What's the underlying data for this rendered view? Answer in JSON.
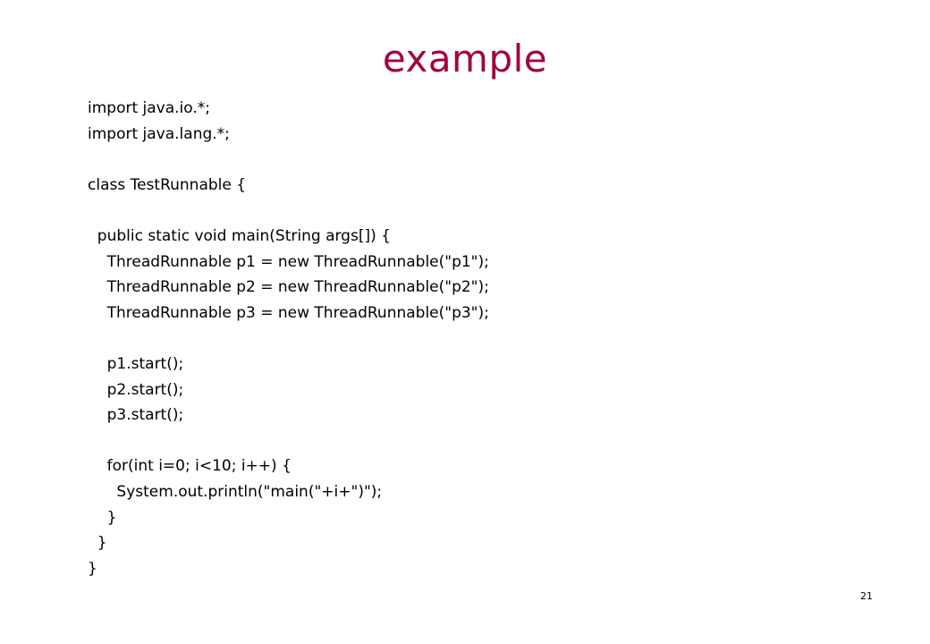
{
  "slide": {
    "title": "example",
    "code_lines": [
      "import java.io.*;",
      "import java.lang.*;",
      "",
      "class TestRunnable {",
      "",
      "  public static void main(String args[]) {",
      "    ThreadRunnable p1 = new ThreadRunnable(\"p1\");",
      "    ThreadRunnable p2 = new ThreadRunnable(\"p2\");",
      "    ThreadRunnable p3 = new ThreadRunnable(\"p3\");",
      "",
      "    p1.start();",
      "    p2.start();",
      "    p3.start();",
      "",
      "    for(int i=0; i<10; i++) {",
      "      System.out.println(\"main(\"+i+\")\");",
      "    }",
      "  }",
      "}"
    ],
    "page_number": "21"
  },
  "colors": {
    "title": "#a3003f",
    "text": "#000000",
    "background": "#ffffff"
  }
}
